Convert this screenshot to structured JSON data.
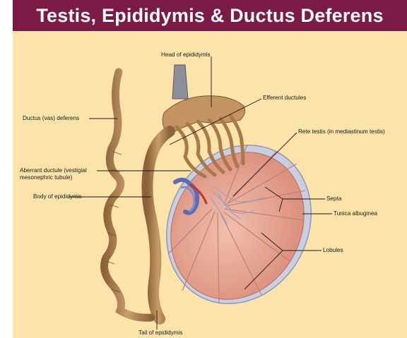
{
  "title": "Testis, Epididymis & Ductus Deferens",
  "labels": {
    "head_of_epididymis": "Head of epididymis",
    "efferent_ductules": "Efferent ductules",
    "ductus_deferens": "Ductus (vas) deferens",
    "rete_testis": "Rete testis (in mediastinum testis)",
    "aberrant_ductule_line1": "Aberrant ductule (vestigial",
    "aberrant_ductule_line2": "mesonephric tubule)",
    "body_of_epididymis": "Body of epididymis",
    "septa": "Septa",
    "tunica_albuginea": "Tunica albuginea",
    "lobules": "Lobules",
    "tail_of_epididymis": "Tail of epididymis"
  },
  "colors": {
    "title_bg": "#7a1a45",
    "page_bg": "#fbe3a9",
    "duct": "#b98a5a",
    "testis": "#e9a796",
    "tunica": "#c9cfe0",
    "vessel_blue": "#5c6bb5",
    "vessel_red": "#c2362d"
  }
}
